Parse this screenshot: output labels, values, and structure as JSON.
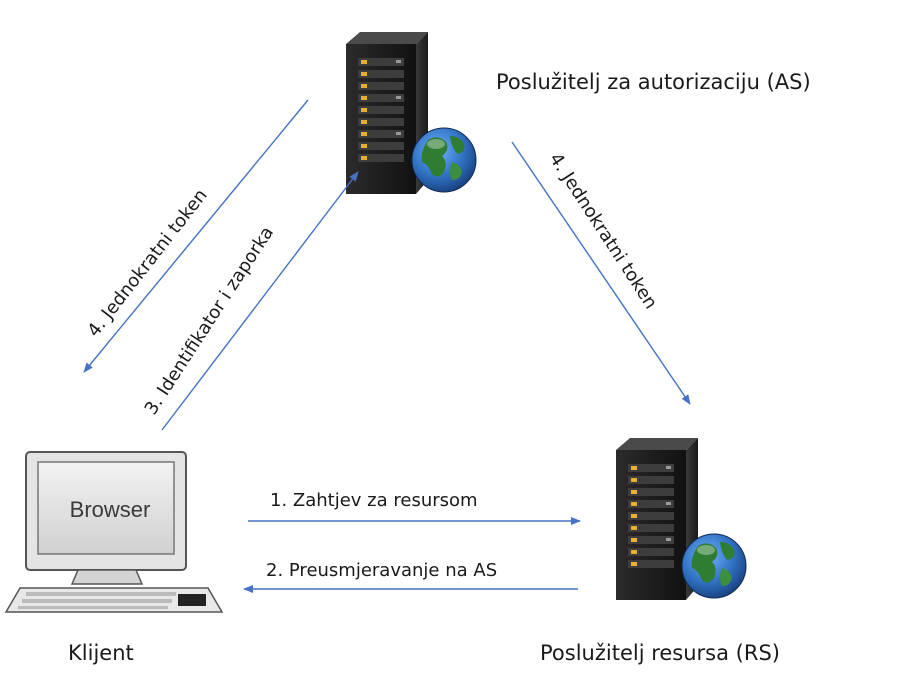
{
  "nodes": {
    "as": {
      "label": "Poslužitelj za autorizaciju (AS)",
      "icon": "server-globe-icon"
    },
    "rs": {
      "label": "Poslužitelj resursa (RS)",
      "icon": "server-globe-icon"
    },
    "client": {
      "label": "Klijent",
      "icon": "computer-icon",
      "screen_text": "Browser"
    }
  },
  "edges": {
    "e1": {
      "label": "1. Zahtjev za resursom",
      "from": "client",
      "to": "rs"
    },
    "e2": {
      "label": "2. Preusmjeravanje  na AS",
      "from": "rs",
      "to": "client"
    },
    "e3": {
      "label": "3. Identifikator i zaporka",
      "from": "client",
      "to": "as"
    },
    "e4a": {
      "label": "4. Jednokratni token",
      "from": "as",
      "to": "client"
    },
    "e4b": {
      "label": "4. Jednokratni token",
      "from": "as",
      "to": "rs"
    }
  },
  "colors": {
    "arrow": "#4472C4",
    "server": "#1c1c1c",
    "server_led": "#e8b030",
    "globe_ocean": "#2f6fc0",
    "globe_land": "#2e7d32"
  }
}
